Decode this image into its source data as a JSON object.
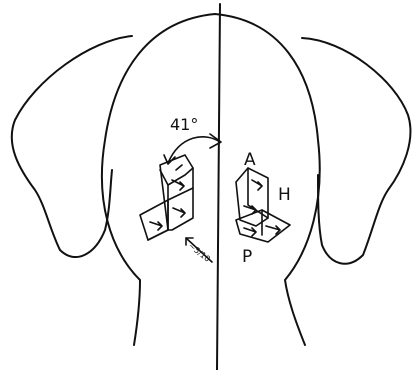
{
  "labels": {
    "angle": "41°",
    "anterior": "A",
    "head": "H",
    "posterior": "P",
    "gap": "~5/10"
  },
  "colors": {
    "ink": "#111111",
    "background": "#ffffff"
  }
}
